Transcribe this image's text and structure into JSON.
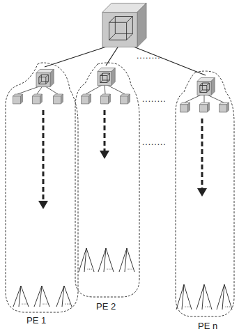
{
  "diagram": {
    "nodes": [
      {
        "text": [
          "PE 1"
        ]
      },
      {
        "text": [
          "PE 2"
        ]
      },
      {
        "text": [
          "PE n"
        ]
      }
    ],
    "labels": [
      "........",
      "........",
      "........"
    ]
  }
}
